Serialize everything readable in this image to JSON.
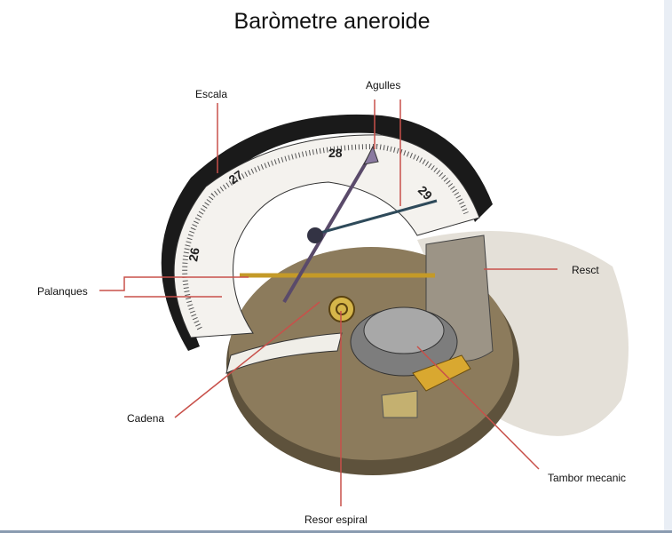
{
  "title": "Baròmetre aneroide",
  "labels": {
    "escala": "Escala",
    "agulles": "Agulles",
    "palanques": "Palanques",
    "resct": "Resct",
    "cadena": "Cadena",
    "tambor": "Tambor mecanic",
    "resor": "Resor espiral"
  },
  "scale_numbers": [
    "26",
    "27",
    "28",
    "29"
  ],
  "colors": {
    "leader_line": "#c8504a",
    "base": "#8c7b5c",
    "scale": "#f4f2ee",
    "shadow": "#e4e0d8",
    "brass": "#d9a830"
  }
}
